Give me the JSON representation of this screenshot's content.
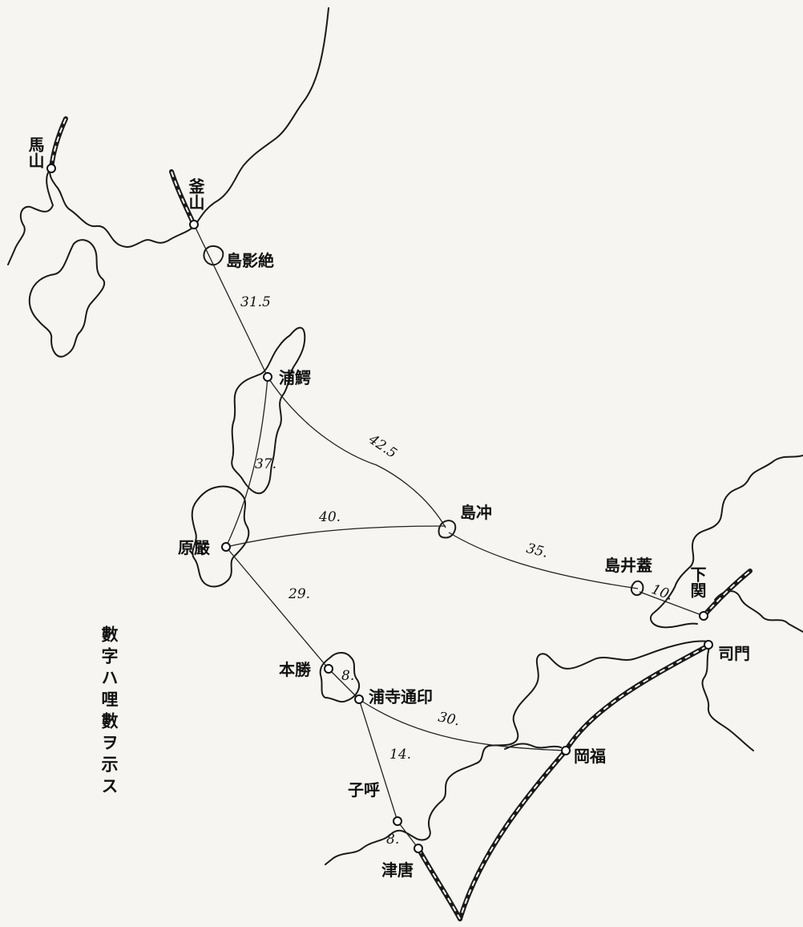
{
  "map": {
    "legend": "數字ハ哩數ヲ示ス",
    "places": {
      "mashan": "馬山",
      "busan": "釜山",
      "zeiei": "島影絶",
      "gakuura": "浦鰐",
      "iwahara": "原嚴",
      "okishima": "島冲",
      "futaishima": "島井蓋",
      "shimonoseki": "下関",
      "moji": "司門",
      "fukuoka": "岡福",
      "katsumoto": "本勝",
      "inteura": "浦寺通印",
      "yobuko": "子呼",
      "karatsu": "津唐"
    },
    "distances": {
      "busan_gakuura": "31.5",
      "gakuura_okishima": "42.5",
      "gakuura_iwahara": "37.",
      "iwahara_okishima": "40.",
      "okishima_futaishima": "35.",
      "futaishima_shimonoseki": "10.",
      "iwahara_katsumoto": "29.",
      "katsumoto_inteura": "8.",
      "inteura_fukuoka": "30.",
      "inteura_yobuko": "14.",
      "yobuko_karatsu": "8."
    }
  }
}
